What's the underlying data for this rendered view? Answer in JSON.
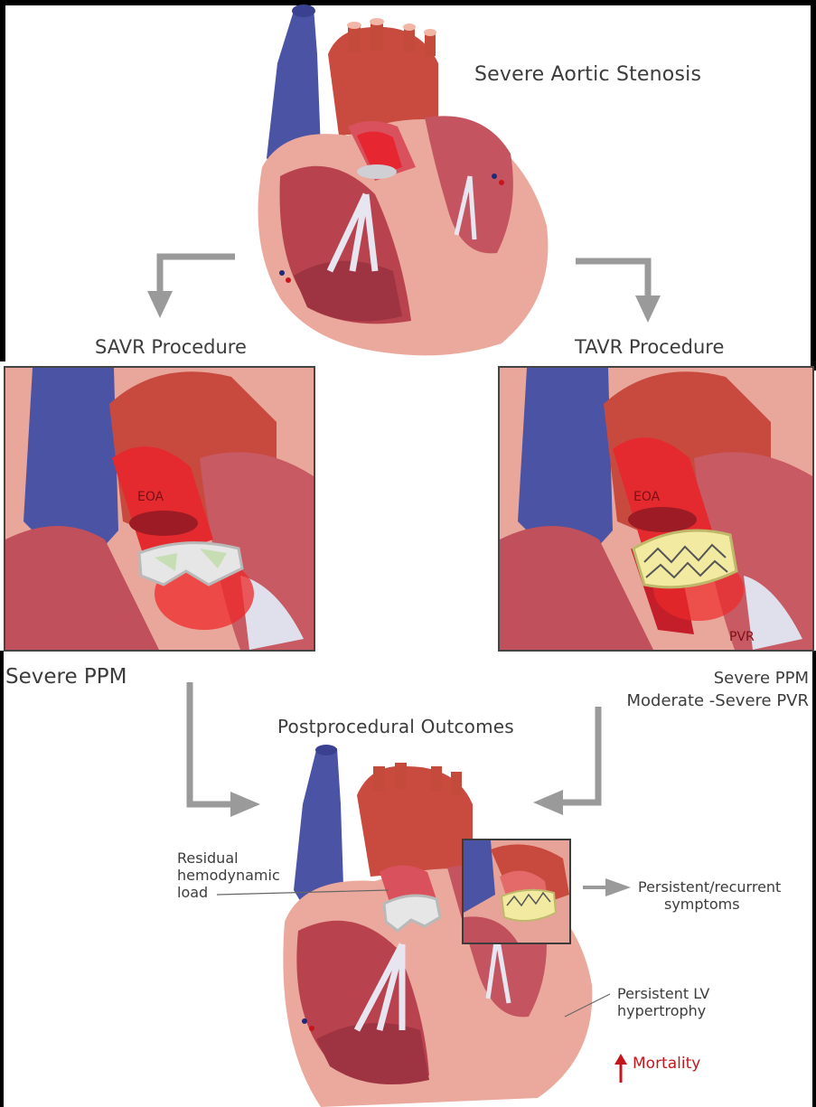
{
  "top": {
    "title": "Severe Aortic Stenosis"
  },
  "procedures": {
    "left": "SAVR Procedure",
    "right": "TAVR Procedure"
  },
  "panels": {
    "left": {
      "eoa_label": "EOA"
    },
    "right": {
      "eoa_label": "EOA",
      "pvr_label": "PVR"
    }
  },
  "findings": {
    "left": "Severe PPM",
    "right_line1": "Severe PPM",
    "right_line2": "Moderate -Severe PVR"
  },
  "outcomes": {
    "title": "Postprocedural Outcomes",
    "residual_load": [
      "Residual",
      "hemodynamic",
      "load"
    ],
    "symptoms": [
      "Persistent/recurrent",
      "symptoms"
    ],
    "hypertrophy": [
      "Persistent LV",
      "hypertrophy"
    ],
    "mortality": "Mortality"
  },
  "colors": {
    "arrow_gray": "#9a9a9a",
    "mortality_red": "#c4161c",
    "vein_blue": "#4b53a4",
    "myocardium_pink": "#eba99d",
    "chamber_red": "#b8434f"
  }
}
